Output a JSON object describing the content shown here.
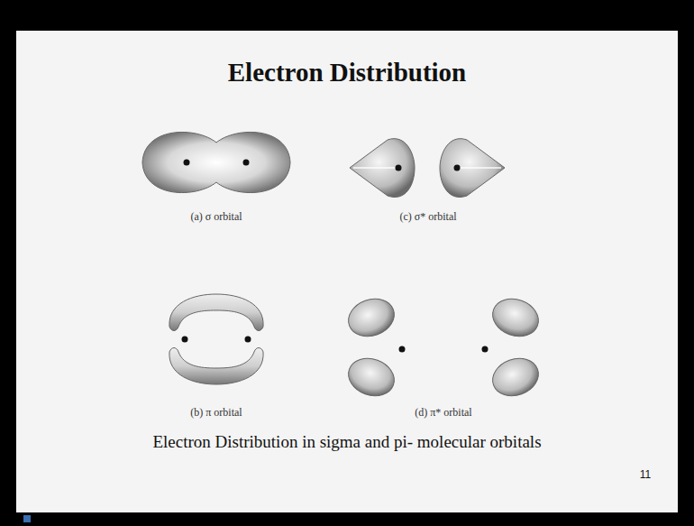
{
  "diagram": {
    "title": "Electron Distribution",
    "caption": "Electron Distribution in sigma and pi- molecular orbitals",
    "labels": [
      "(a) σ orbital",
      "(c) σ* orbital",
      "(b) π orbital",
      "(d) π* orbital",
      "11"
    ]
  }
}
